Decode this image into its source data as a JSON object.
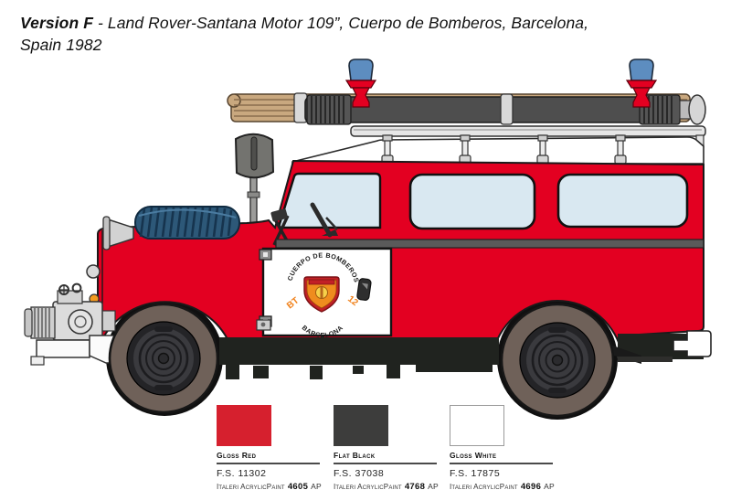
{
  "header": {
    "version_label": "Version F",
    "title_rest": "- Land Rover-Santana Motor 109”, Cuerpo de Bomberos, Barcelona,",
    "title_line2": "Spain 1982"
  },
  "illustration": {
    "subject": "Land Rover Santana 109 fire engine, left side view",
    "door_emblem": {
      "arc_top": "CUERPO DE BOMBEROS",
      "arc_bottom": "BARCELONA",
      "left_code": "BT",
      "right_code": "12"
    },
    "colors": {
      "body_red": "#e30021",
      "window_blue": "#d9e8f1",
      "beacon_blue": "#5d8dc0",
      "ladder_wood": "#c9a87f",
      "hose_gray": "#4e4e4e",
      "coil_blue": "#2d5878",
      "tire_gray": "#6f6159",
      "hub_dark": "#2b2b2e",
      "chassis_dark": "#20231f",
      "trim_gray": "#5a5a5a",
      "emblem_red": "#c22026",
      "emblem_orange": "#ef8c1e",
      "code_orange": "#f08019",
      "roof_white": "#ffffff"
    }
  },
  "paint_swatches": [
    {
      "name": "Gloss Red",
      "fs_code": "F.S. 11302",
      "brand": "Italeri AcrylicPaint",
      "paint_code": "4605",
      "paint_suffix": "AP",
      "color": "#d6202e"
    },
    {
      "name": "Flat Black",
      "fs_code": "F.S. 37038",
      "brand": "Italeri AcrylicPaint",
      "paint_code": "4768",
      "paint_suffix": "AP",
      "color": "#3d3d3c"
    },
    {
      "name": "Gloss White",
      "fs_code": "F.S. 17875",
      "brand": "Italeri AcrylicPaint",
      "paint_code": "4696",
      "paint_suffix": "AP",
      "color": "#ffffff"
    }
  ]
}
